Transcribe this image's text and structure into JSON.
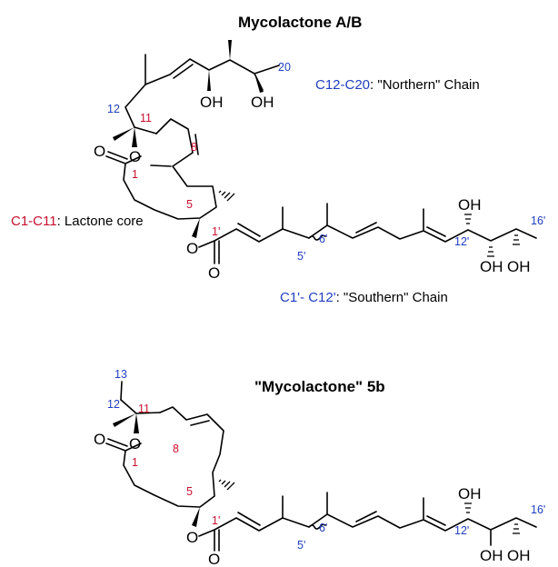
{
  "molecules": [
    {
      "title": "Mycolactone A/B",
      "labels": {
        "c20": "20",
        "c12": "12",
        "c11": "11",
        "c8": "8",
        "c1": "1",
        "c5": "5",
        "c1p": "1'",
        "c5p": "5'",
        "c6p": "6'",
        "c12p": "12'",
        "c16p": "16'"
      }
    },
    {
      "title": "\"Mycolactone\" 5b",
      "labels": {
        "c13": "13",
        "c12": "12",
        "c11": "11",
        "c8": "8",
        "c1": "1",
        "c5": "5",
        "c1p": "1'",
        "c5p": "5'",
        "c6p": "6'",
        "c12p": "12'",
        "c16p": "16'"
      }
    }
  ],
  "annotations": {
    "northern": {
      "range": "C12-C20",
      "text": ": \"Northern\" Chain"
    },
    "lactone": {
      "range": "C1-C11",
      "text": ": Lactone core"
    },
    "southern": {
      "range": "C1'- C12'",
      "text": ": \"Southern\" Chain"
    }
  },
  "atoms": {
    "oxygen": "O",
    "hydroxyl": "OH"
  },
  "colors": {
    "red": "#c8102e",
    "blue": "#1f3fbf"
  }
}
